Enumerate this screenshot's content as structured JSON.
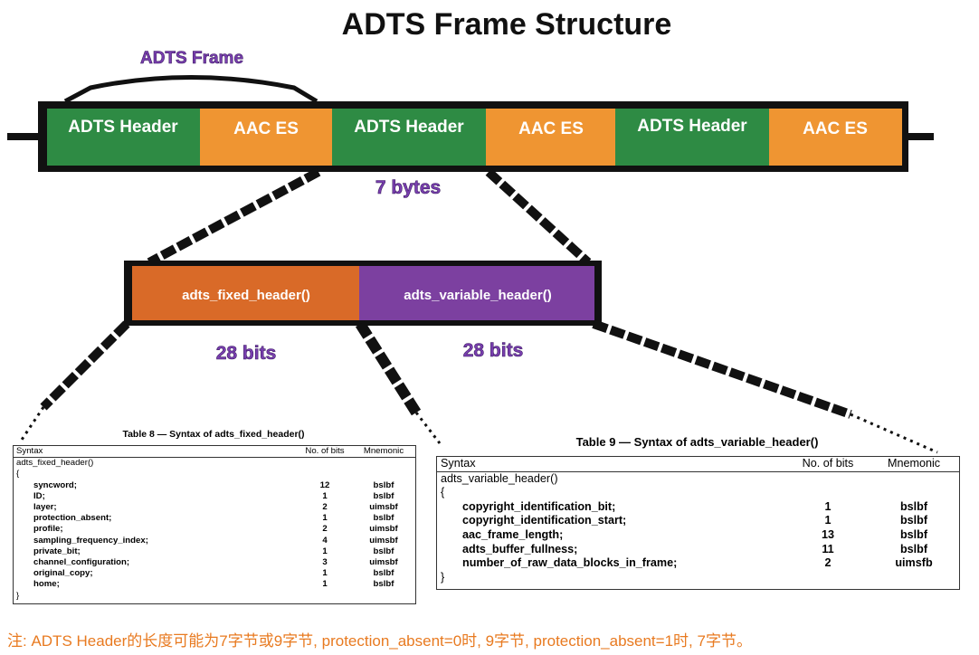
{
  "title": "ADTS Frame Structure",
  "frame_label": "ADTS Frame",
  "segments": [
    {
      "label": "ADTS Header",
      "color": "#2e8b44"
    },
    {
      "label": "AAC ES",
      "color": "#ef9532"
    },
    {
      "label": "ADTS Header",
      "color": "#2e8b44"
    },
    {
      "label": "AAC ES",
      "color": "#ef9532"
    },
    {
      "label": "ADTS Header",
      "color": "#2e8b44"
    },
    {
      "label": "AAC ES",
      "color": "#ef9532"
    }
  ],
  "header_size_label": "7 bytes",
  "sub_headers": [
    {
      "label": "adts_fixed_header()",
      "color": "#d96a28",
      "bits_label": "28 bits"
    },
    {
      "label": "adts_variable_header()",
      "color": "#7c40a0",
      "bits_label": "28 bits"
    }
  ],
  "table_fixed": {
    "caption": "Table 8 — Syntax of adts_fixed_header()",
    "columns": [
      "Syntax",
      "No. of bits",
      "Mnemonic"
    ],
    "func": "adts_fixed_header()",
    "open": "{",
    "rows": [
      {
        "syntax": "syncword;",
        "bits": "12",
        "mnemonic": "bslbf"
      },
      {
        "syntax": "ID;",
        "bits": "1",
        "mnemonic": "bslbf"
      },
      {
        "syntax": "layer;",
        "bits": "2",
        "mnemonic": "uimsbf"
      },
      {
        "syntax": "protection_absent;",
        "bits": "1",
        "mnemonic": "bslbf"
      },
      {
        "syntax": "profile;",
        "bits": "2",
        "mnemonic": "uimsbf"
      },
      {
        "syntax": "sampling_frequency_index;",
        "bits": "4",
        "mnemonic": "uimsbf"
      },
      {
        "syntax": "private_bit;",
        "bits": "1",
        "mnemonic": "bslbf"
      },
      {
        "syntax": "channel_configuration;",
        "bits": "3",
        "mnemonic": "uimsbf"
      },
      {
        "syntax": "original_copy;",
        "bits": "1",
        "mnemonic": "bslbf"
      },
      {
        "syntax": "home;",
        "bits": "1",
        "mnemonic": "bslbf"
      }
    ],
    "close": "}"
  },
  "table_variable": {
    "caption": "Table 9 — Syntax of adts_variable_header()",
    "columns": [
      "Syntax",
      "No. of bits",
      "Mnemonic"
    ],
    "func": "adts_variable_header()",
    "open": "{",
    "rows": [
      {
        "syntax": "copyright_identification_bit;",
        "bits": "1",
        "mnemonic": "bslbf"
      },
      {
        "syntax": "copyright_identification_start;",
        "bits": "1",
        "mnemonic": "bslbf"
      },
      {
        "syntax": "aac_frame_length;",
        "bits": "13",
        "mnemonic": "bslbf"
      },
      {
        "syntax": "adts_buffer_fullness;",
        "bits": "11",
        "mnemonic": "bslbf"
      },
      {
        "syntax": "number_of_raw_data_blocks_in_frame;",
        "bits": "2",
        "mnemonic": "uimsfb"
      }
    ],
    "close": "}"
  },
  "footnote": "注: ADTS Header的长度可能为7字节或9字节, protection_absent=0时, 9字节, protection_absent=1时, 7字节。",
  "colors": {
    "frame_border": "#111111",
    "purple_text": "#7a3fb0",
    "footnote": "#e87a20"
  }
}
